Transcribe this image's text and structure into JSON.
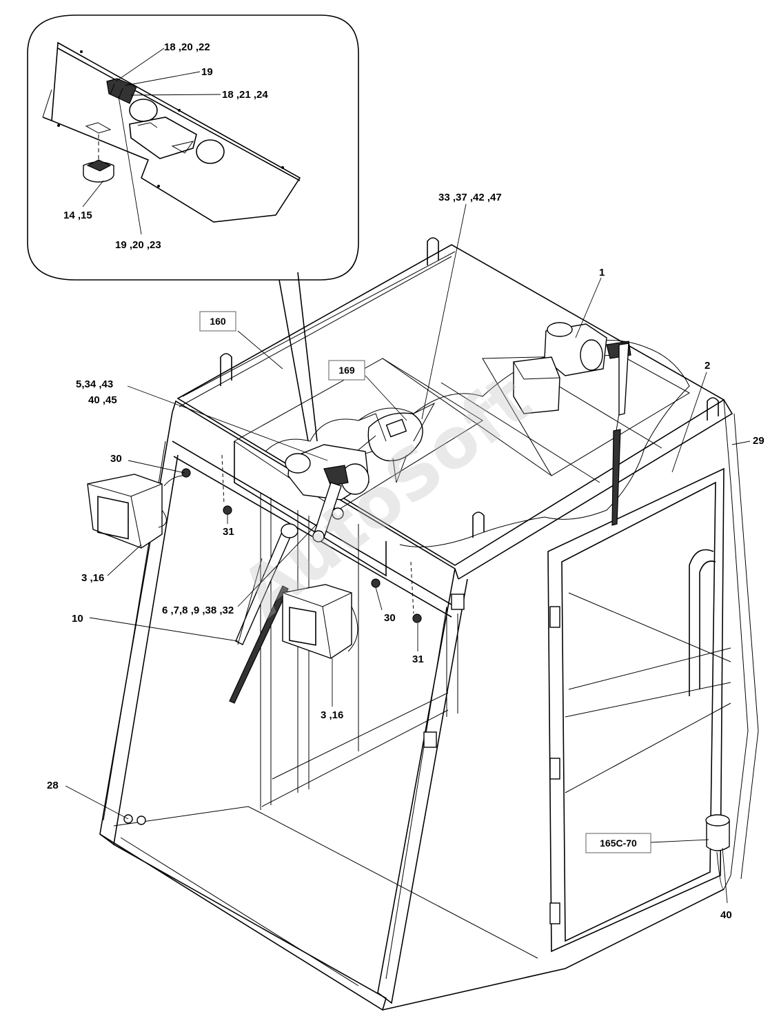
{
  "labels": {
    "l_18_20_22": "18 ,20 ,22",
    "l_19": "19",
    "l_18_21_24": "18 ,21 ,24",
    "l_14_15": "14 ,15",
    "l_19_20_23": "19 ,20 ,23",
    "l_33_37_42_47": "33 ,37 ,42 ,47",
    "l_1": "1",
    "l_2": "2",
    "l_29": "29",
    "l_5_34_43": "5,34 ,43",
    "l_40_45": "40 ,45",
    "l_30a": "30",
    "l_31a": "31",
    "l_3_16a": "3 ,16",
    "l_6_7_8": "6 ,7,8 ,9 ,38 ,32",
    "l_10": "10",
    "l_30b": "30",
    "l_31b": "31",
    "l_3_16b": "3 ,16",
    "l_28": "28",
    "l_40": "40"
  },
  "boxes": {
    "b_160": "160",
    "b_169": "169",
    "b_165": "165C-70"
  },
  "watermark": "AutoSoft"
}
